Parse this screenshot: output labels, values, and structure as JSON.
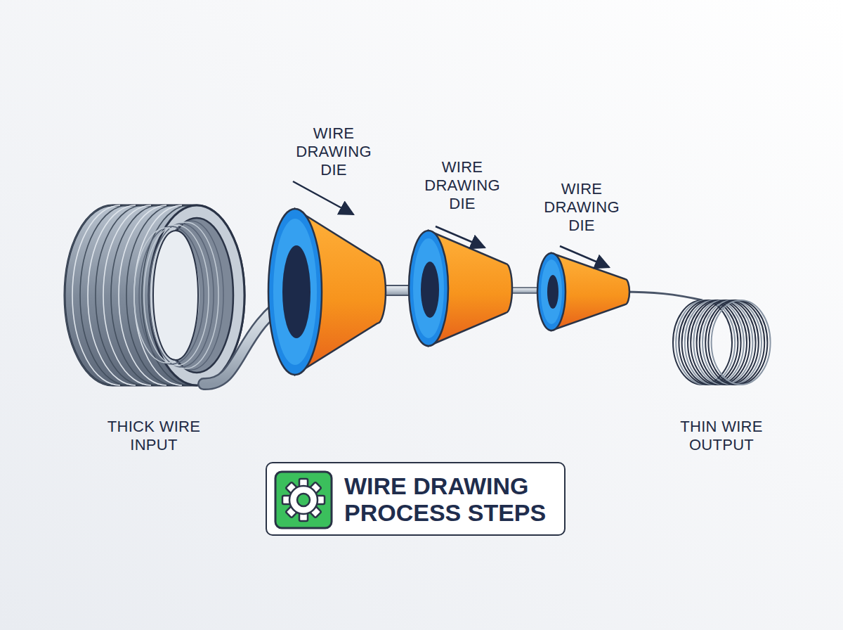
{
  "diagram": {
    "title": "WIRE DRAWING PROCESS STEPS",
    "labels": [
      "WIRE DRAWING DIE",
      "WIRE DRAWING DIE",
      "WIRE DRAWING DIE",
      "THICK WIRE INPUT",
      "THIN WIRE OUTPUT"
    ]
  }
}
